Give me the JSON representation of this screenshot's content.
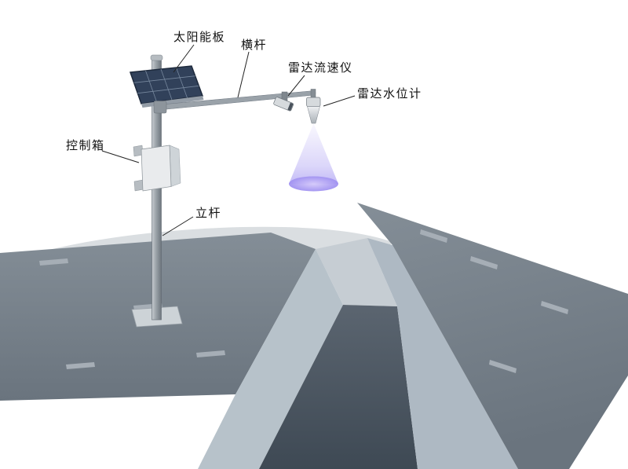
{
  "labels": {
    "solar_panel": "太阳能板",
    "crossbar": "横杆",
    "radar_velocimeter": "雷达流速仪",
    "radar_water_level_gauge": "雷达水位计",
    "control_box": "控制箱",
    "pole": "立杆"
  },
  "colors": {
    "background": "#ffffff",
    "ground_light": "#dadee1",
    "bank_top": "#848e97",
    "bank_bottom": "#6a747e",
    "slope_left": "#b7c2ca",
    "slope_right": "#aeb9c3",
    "head_slope": "#c6cdd3",
    "floor_top": "#5b6570",
    "floor_bottom": "#3e4954",
    "joint_mark": "#a6aeb6",
    "base_pad": "#cdd3d7",
    "pole_light": "#c6cbd0",
    "pole_dark": "#6e767e",
    "crossbar_metal": "#9aa2a9",
    "solar_panel": "#31415a",
    "solar_grid": "#8294a9",
    "control_box": "#e9ebed",
    "device_body": "#d6dadd",
    "beam": "#9b8cf0",
    "beam_spot": "#d4c9fa",
    "label_text": "#111111",
    "leader_line": "#222222"
  }
}
